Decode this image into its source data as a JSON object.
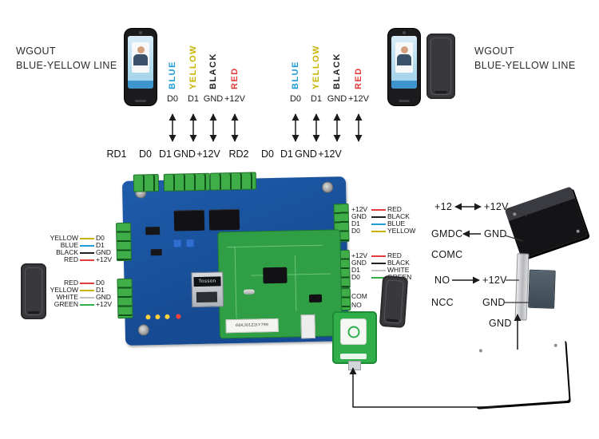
{
  "wgout_left": {
    "line1": "WGOUT",
    "line2": "BLUE-YELLOW LINE"
  },
  "wgout_right": {
    "line1": "WGOUT",
    "line2": "BLUE-YELLOW LINE"
  },
  "top_left_reader": {
    "wires": [
      {
        "name": "BLUE",
        "pin": "D0",
        "color": "#1e9cd7"
      },
      {
        "name": "YELLOW",
        "pin": "D1",
        "color": "#c8b400"
      },
      {
        "name": "BLACK",
        "pin": "GND",
        "color": "#231f20"
      },
      {
        "name": "RED",
        "pin": "+12V",
        "color": "#e23c3c"
      }
    ]
  },
  "top_right_reader": {
    "wires": [
      {
        "name": "BLUE",
        "pin": "D0",
        "color": "#1e9cd7"
      },
      {
        "name": "YELLOW",
        "pin": "D1",
        "color": "#c8b400"
      },
      {
        "name": "BLACK",
        "pin": "GND",
        "color": "#231f20"
      },
      {
        "name": "RED",
        "pin": "+12V",
        "color": "#e23c3c"
      }
    ]
  },
  "rd_row": [
    "RD1",
    "D0",
    "D1",
    "GND",
    "+12V",
    "RD2",
    "D0",
    "D1",
    "GND",
    "+12V"
  ],
  "left_port1": [
    {
      "wire": "YELLOW",
      "pin": "D0",
      "color": "#c8b400"
    },
    {
      "wire": "BLUE",
      "pin": "D1",
      "color": "#1e9cd7"
    },
    {
      "wire": "BLACK",
      "pin": "GND",
      "color": "#231f20"
    },
    {
      "wire": "RED",
      "pin": "+12V",
      "color": "#e23c3c"
    }
  ],
  "left_port2": [
    {
      "wire": "RED",
      "pin": "D0",
      "color": "#e23c3c"
    },
    {
      "wire": "YELLOW",
      "pin": "D1",
      "color": "#c8b400"
    },
    {
      "wire": "WHITE",
      "pin": "GND",
      "color": "#c0c0c0"
    },
    {
      "wire": "GREEN",
      "pin": "+12V",
      "color": "#2fae4a"
    }
  ],
  "right_port1": [
    {
      "pin": "+12V",
      "wire": "RED",
      "color": "#e23c3c"
    },
    {
      "pin": "GND",
      "wire": "BLACK",
      "color": "#231f20"
    },
    {
      "pin": "D1",
      "wire": "BLUE",
      "color": "#1e9cd7"
    },
    {
      "pin": "D0",
      "wire": "YELLOW",
      "color": "#c8b400"
    }
  ],
  "right_port2": [
    {
      "pin": "+12V",
      "wire": "RED",
      "color": "#e23c3c"
    },
    {
      "pin": "GND",
      "wire": "BLACK",
      "color": "#231f20"
    },
    {
      "pin": "D1",
      "wire": "WHITE",
      "color": "#c0c0c0"
    },
    {
      "pin": "D0",
      "wire": "GREEN",
      "color": "#2fae4a"
    }
  ],
  "links": {
    "plus12_in": "+12",
    "plus12_supply": "+12V",
    "gnd_in": "GMDC",
    "gnd_supply": "GND",
    "com": "COMC",
    "no": "NO",
    "no_supply": "+12V",
    "nc": "NCC",
    "nc_supply": "GND",
    "gnd_bottom": "GND"
  },
  "board": {
    "com": "COM",
    "no": "NO",
    "eth_label": "Tosson",
    "sticker": "66KJ01Z2IY799"
  }
}
